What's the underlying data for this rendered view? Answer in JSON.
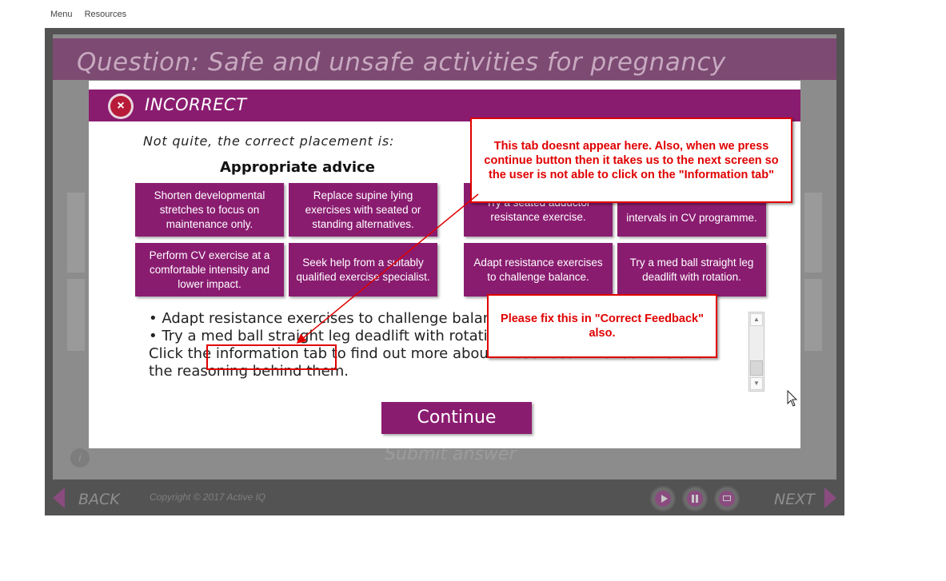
{
  "menu": {
    "menu_label": "Menu",
    "resources_label": "Resources"
  },
  "slide": {
    "question_title": "Question: Safe and unsafe activities for pregnancy",
    "submit_label": "Submit answer",
    "info_label": "i"
  },
  "modal": {
    "title": "INCORRECT",
    "intro": "Not quite, the correct placement is:",
    "column_heading": "Appropriate advice",
    "cards": [
      "Shorten developmental stretches to focus on maintenance only.",
      "Replace supine lying exercises with seated or standing alternatives.",
      "Try a seated adductor resistance exercise.",
      "intervals in CV programme.",
      "Perform CV exercise at a comfortable intensity and lower impact.",
      "Seek help from a suitably qualified exercise specialist.",
      "Adapt resistance exercises to challenge balance.",
      "Try a med ball straight leg deadlift with rotation."
    ],
    "feedback": {
      "bullet_1": "•  Adapt resistance exercises to challenge balance.",
      "bullet_2": "•  Try a med ball straight leg deadlift with rotation.",
      "line_3": "Click the information tab to find out more about these recommendations and",
      "line_4": "the reasoning behind them."
    },
    "continue_label": "Continue"
  },
  "annotations": {
    "note_1": "This tab doesnt appear here. Also, when we press continue button then it takes us to the next screen so the user is not able to click on the \"Information tab\"",
    "note_2": "Please fix this in \"Correct Feedback\" also.",
    "annotation_color": "#e00000"
  },
  "navbar": {
    "back_label": "BACK",
    "next_label": "NEXT",
    "copyright": "Copyright © 2017 Active IQ"
  },
  "colors": {
    "brand": "#8a1c70",
    "player_bg": "#535353"
  },
  "icons": [
    "close-icon",
    "play-icon",
    "pause-icon",
    "captions-icon",
    "back-arrow-icon",
    "next-arrow-icon",
    "mouse-cursor-icon"
  ]
}
